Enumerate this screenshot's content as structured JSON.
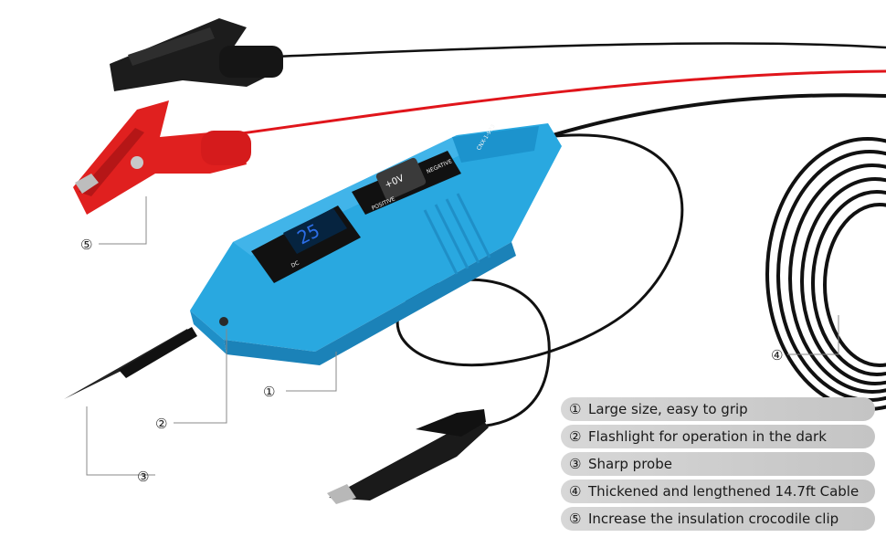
{
  "callouts": [
    "①",
    "②",
    "③",
    "④",
    "⑤"
  ],
  "features": [
    {
      "num": "①",
      "text": "Large size, easy to grip"
    },
    {
      "num": "②",
      "text": "Flashlight for operation in the dark"
    },
    {
      "num": "③",
      "text": "Sharp probe"
    },
    {
      "num": "④",
      "text": "Thickened and lengthened 14.7ft Cable"
    },
    {
      "num": "⑤",
      "text": "Increase the insulation crocodile clip"
    }
  ],
  "device": {
    "display_reading": "25",
    "display_unit": "DC",
    "switch_label": "+0V",
    "positive_label": "POSITIVE",
    "negative_label": "NEGATIVE",
    "model": "CNX-1-923"
  },
  "colors": {
    "body": "#29a8e0",
    "body_dark": "#1b82b8",
    "cable_red": "#e0151b",
    "cable_black": "#141414",
    "pill": "#cfcfcf"
  }
}
